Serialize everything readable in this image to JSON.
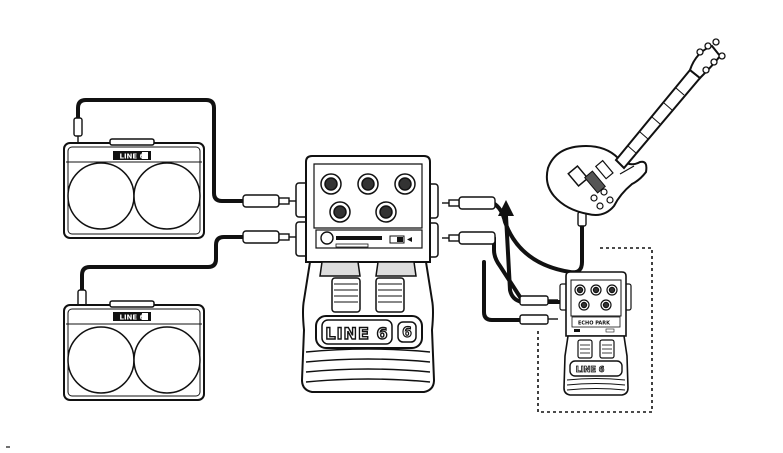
{
  "diagram": {
    "type": "connection-diagram",
    "brand_logo": "LINE 6",
    "amp_logo": "LINE 6",
    "second_pedal_label": "ECHO PARK",
    "colors": {
      "line": "#111111",
      "fill_white": "#ffffff",
      "fill_light": "#e6e6e6",
      "fill_mid": "#c9c9c9",
      "fill_dark": "#555555",
      "dashed_box": "#111111"
    },
    "components": [
      {
        "id": "amp-top",
        "kind": "amplifier",
        "icon": "amp-icon"
      },
      {
        "id": "amp-bottom",
        "kind": "amplifier",
        "icon": "amp-icon"
      },
      {
        "id": "main-pedal",
        "kind": "stompbox",
        "icon": "pedal-icon",
        "knobs": 5
      },
      {
        "id": "second-pedal",
        "kind": "stompbox",
        "icon": "pedal-icon",
        "knobs": 5
      },
      {
        "id": "guitar",
        "kind": "electric-guitar",
        "icon": "guitar-icon"
      }
    ]
  }
}
